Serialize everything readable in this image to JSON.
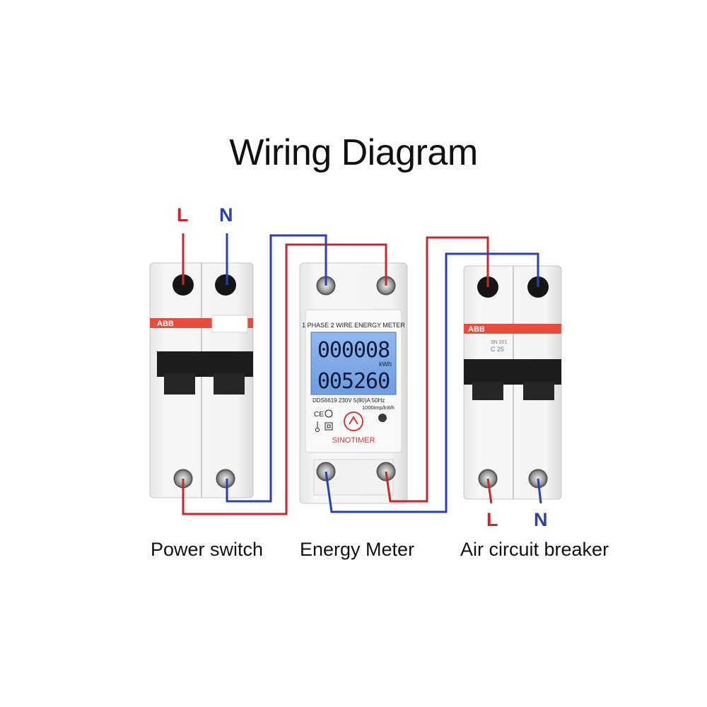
{
  "title": "Wiring Diagram",
  "colors": {
    "live": "#c42a2a",
    "neutral": "#2a3fb2"
  },
  "terminals": {
    "top_live": "L",
    "top_neutral": "N",
    "bottom_live": "L",
    "bottom_neutral": "N"
  },
  "power_switch": {
    "caption": "Power switch",
    "brand": "ABB"
  },
  "energy_meter": {
    "caption": "Energy Meter",
    "header": "1 PHASE 2 WIRE ENERGY METER",
    "reading_1": "000008",
    "unit": "kWh",
    "reading_2": "005260",
    "spec_line": "DDS6619 230V   5(80)A  50Hz",
    "impulse": "1000imp/kWh",
    "cert_ce": "CE",
    "brand": "SINOTIMER"
  },
  "air_breaker": {
    "caption": "Air circuit breaker",
    "brand": "ABB",
    "model": "SN 201",
    "rating": "C 25"
  }
}
